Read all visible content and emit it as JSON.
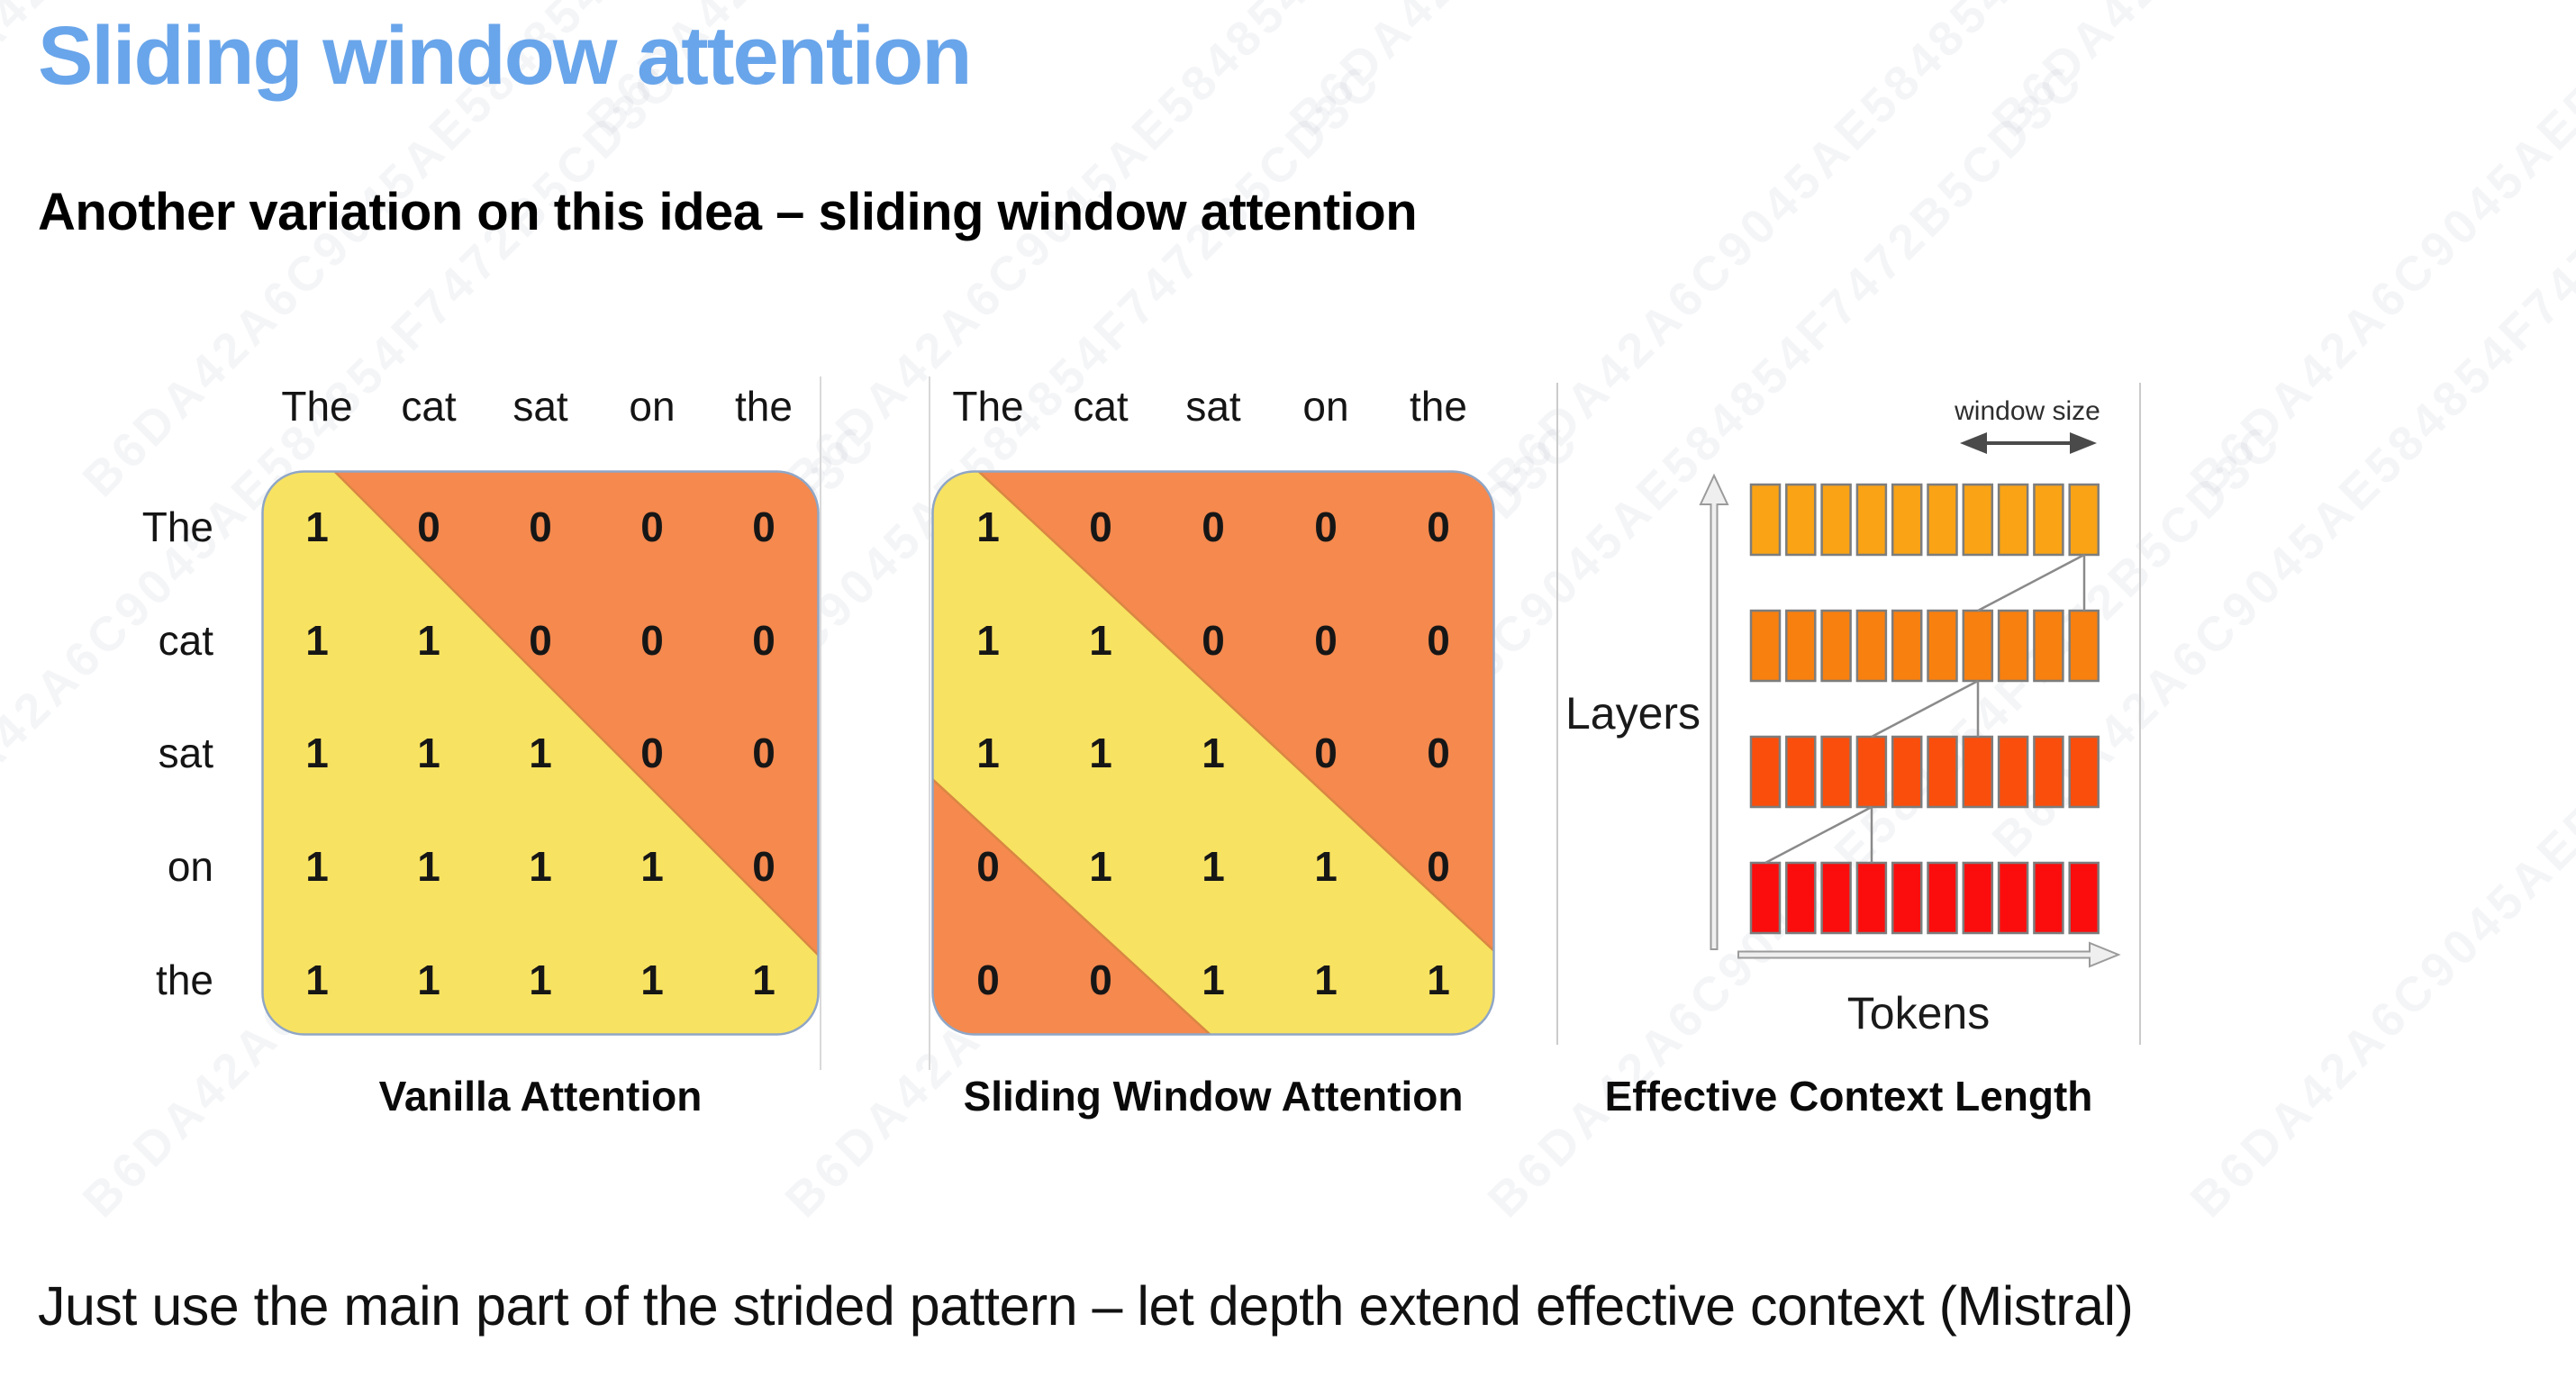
{
  "slide": {
    "title": "Sliding window attention",
    "subtitle": "Another variation on this idea – sliding window attention",
    "footer": "Just use the main part of the strided pattern – let depth extend effective context (Mistral)"
  },
  "watermark": {
    "text": "B6DA42A6C9045AE584854F7472B5CD3C"
  },
  "colors": {
    "title_blue": "#69A5EA",
    "matrix_yellow": "#F8E261",
    "matrix_orange": "#F5894E",
    "matrix_divider": "#D98742",
    "matrix_outline": "#8FA6C6",
    "layer_colors": [
      "#F9A315",
      "#F8800F",
      "#FA4E0C",
      "#FB0D0D"
    ],
    "token_outline": "#7d7d7d",
    "connector_gray": "#8a8a8a"
  },
  "vanilla": {
    "caption": "Vanilla Attention",
    "col_headers": [
      "The",
      "cat",
      "sat",
      "on",
      "the"
    ],
    "row_labels": [
      "The",
      "cat",
      "sat",
      "on",
      "the"
    ],
    "matrix": [
      [
        1,
        0,
        0,
        0,
        0
      ],
      [
        1,
        1,
        0,
        0,
        0
      ],
      [
        1,
        1,
        1,
        0,
        0
      ],
      [
        1,
        1,
        1,
        1,
        0
      ],
      [
        1,
        1,
        1,
        1,
        1
      ]
    ]
  },
  "sliding": {
    "caption": "Sliding Window Attention",
    "col_headers": [
      "The",
      "cat",
      "sat",
      "on",
      "the"
    ],
    "matrix": [
      [
        1,
        0,
        0,
        0,
        0
      ],
      [
        1,
        1,
        0,
        0,
        0
      ],
      [
        1,
        1,
        1,
        0,
        0
      ],
      [
        0,
        1,
        1,
        1,
        0
      ],
      [
        0,
        0,
        1,
        1,
        1
      ]
    ]
  },
  "context": {
    "caption": "Effective Context Length",
    "window_size_label": "window size",
    "layers_axis_label": "Layers",
    "tokens_axis_label": "Tokens",
    "num_layers": 4,
    "tokens_per_layer": 10
  }
}
